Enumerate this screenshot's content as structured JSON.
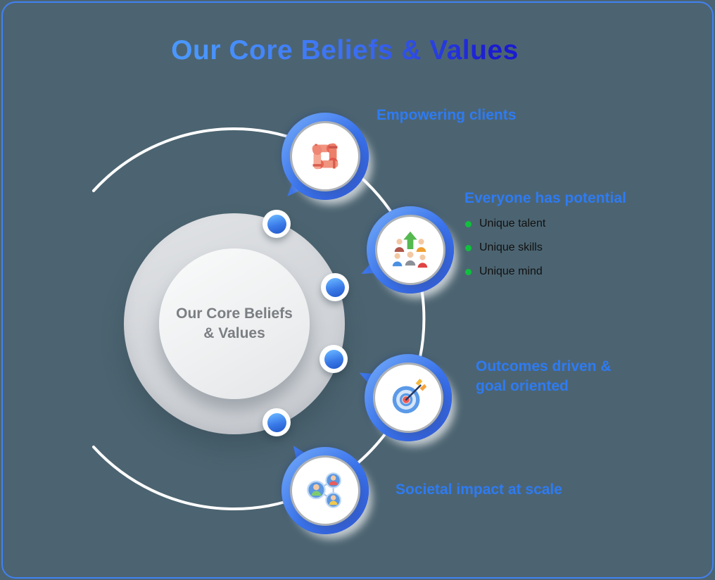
{
  "title": {
    "text": "Our Core Beliefs & Values"
  },
  "center": {
    "line1": "Our Core Beliefs",
    "line2": "& Values"
  },
  "beliefs": [
    {
      "label": "Empowering clients",
      "icon": "hands-unity-icon"
    },
    {
      "label": "Everyone has potential",
      "icon": "people-growth-icon",
      "bullets": [
        "Unique talent",
        "Unique skills",
        "Unique mind"
      ]
    },
    {
      "label": "Outcomes driven & goal oriented",
      "icon": "target-arrow-icon"
    },
    {
      "label": "Societal impact at scale",
      "icon": "people-network-icon"
    }
  ],
  "colors": {
    "background": "#4c6471",
    "border_blue": "#4181f3",
    "label_blue": "#2e7bf3",
    "title_gradient_start": "#4a97ff",
    "title_gradient_end": "#1b1bd1",
    "bubble_blue": "#3a74ee",
    "bullet_green": "#11bf3e",
    "center_text_gray": "#7b7e82",
    "icon_salmon": "#e96654",
    "icon_target_blue": "#5b9ae8"
  }
}
